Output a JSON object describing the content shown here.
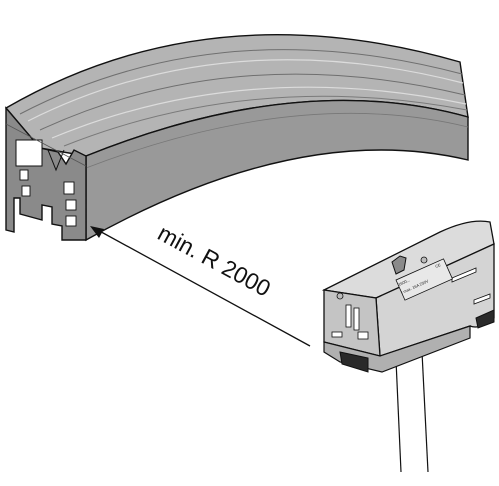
{
  "annotation": {
    "radius_label": "min. R 2000"
  },
  "adapter": {
    "product_code": "1600...",
    "rating_line": "I max. 16A 230V",
    "approval_mark": "CE"
  },
  "colors": {
    "track_top": "#b4b4b4",
    "track_face": "#999999",
    "track_shadow": "#8a8a8a",
    "adapter_body": "#d9d9d9",
    "adapter_shadow": "#b0b0b0",
    "adapter_dark": "#2a2a2a",
    "line": "#111111"
  }
}
